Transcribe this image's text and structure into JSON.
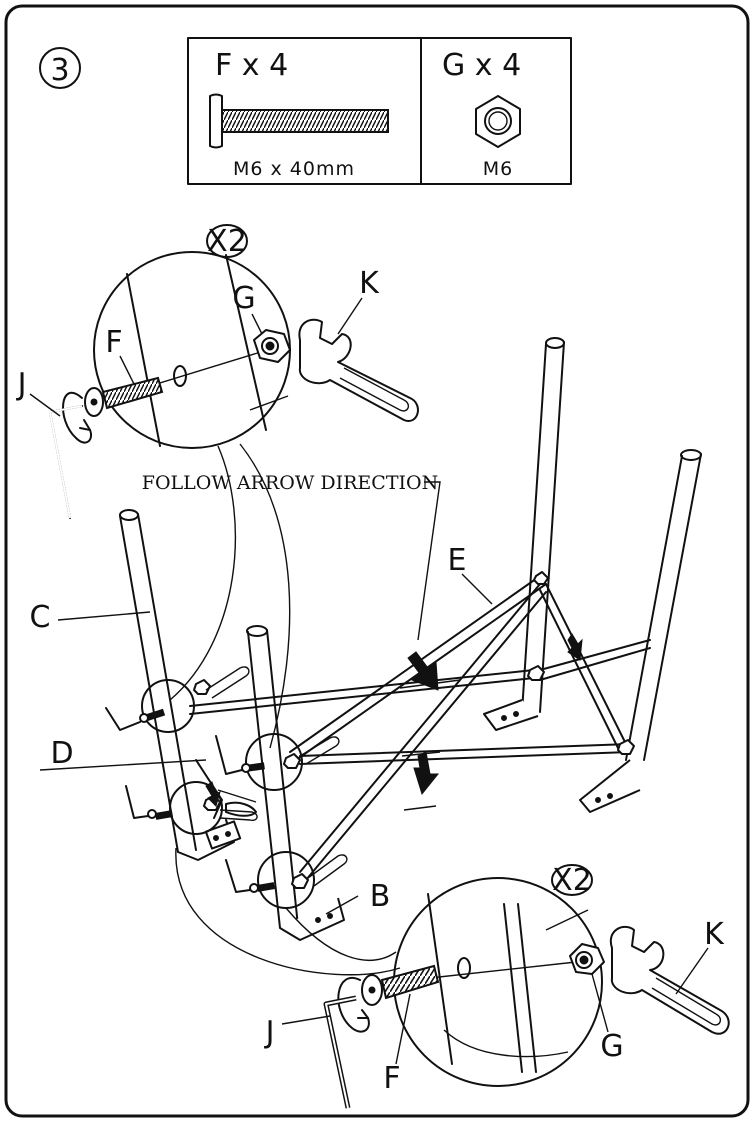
{
  "step": {
    "number": "3"
  },
  "hardware": {
    "bolt": {
      "title": "F x 4",
      "spec": "M6 x 40mm"
    },
    "nut": {
      "title": "G x 4",
      "spec": "M6"
    }
  },
  "instruction": "FOLLOW ARROW DIRECTION",
  "detail_top": {
    "multiplier": "X2",
    "labels": {
      "nut": "G",
      "bolt": "F",
      "allen_key": "J",
      "wrench": "K"
    }
  },
  "detail_bottom": {
    "multiplier": "X2",
    "labels": {
      "nut": "G",
      "bolt": "F",
      "allen_key": "J",
      "wrench": "K"
    }
  },
  "frame_labels": {
    "leg": "C",
    "bracket": "D",
    "crossbar": "E",
    "foot": "B"
  },
  "icons": [
    "bolt-icon",
    "nut-icon",
    "allen-key-icon",
    "wrench-icon",
    "direction-arrow-icon"
  ]
}
